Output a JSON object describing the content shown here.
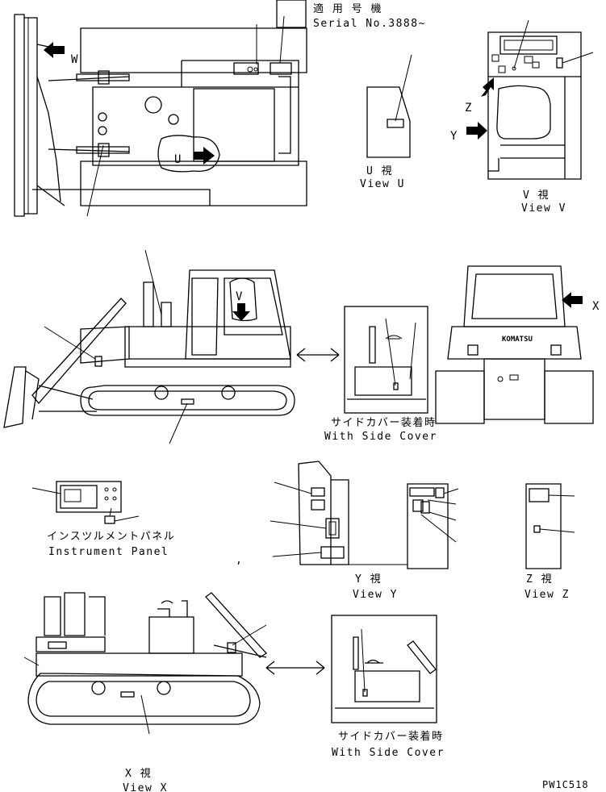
{
  "serial": {
    "line1": "適 用 号 機",
    "line2": "Serial No.3888~"
  },
  "view_labels": {
    "u": {
      "jp": "U  視",
      "en": "View U"
    },
    "v": {
      "jp": "V  視",
      "en": "View V"
    },
    "y": {
      "jp": "Y  視",
      "en": "View Y"
    },
    "z": {
      "jp": "Z  視",
      "en": "View Z"
    },
    "x": {
      "jp": "X  視",
      "en": "View X"
    }
  },
  "side_cover": {
    "jp": "サイドカバー装着時",
    "en": "With Side Cover"
  },
  "instrument_panel": {
    "jp": "インスツルメントパネル",
    "en": "Instrument Panel"
  },
  "arrow_letters": {
    "w": "W",
    "u": "U",
    "v": "V",
    "x": "X",
    "y": "Y",
    "z": "Z"
  },
  "brand": "KOMATSU",
  "drawing_no": "PW1C518"
}
